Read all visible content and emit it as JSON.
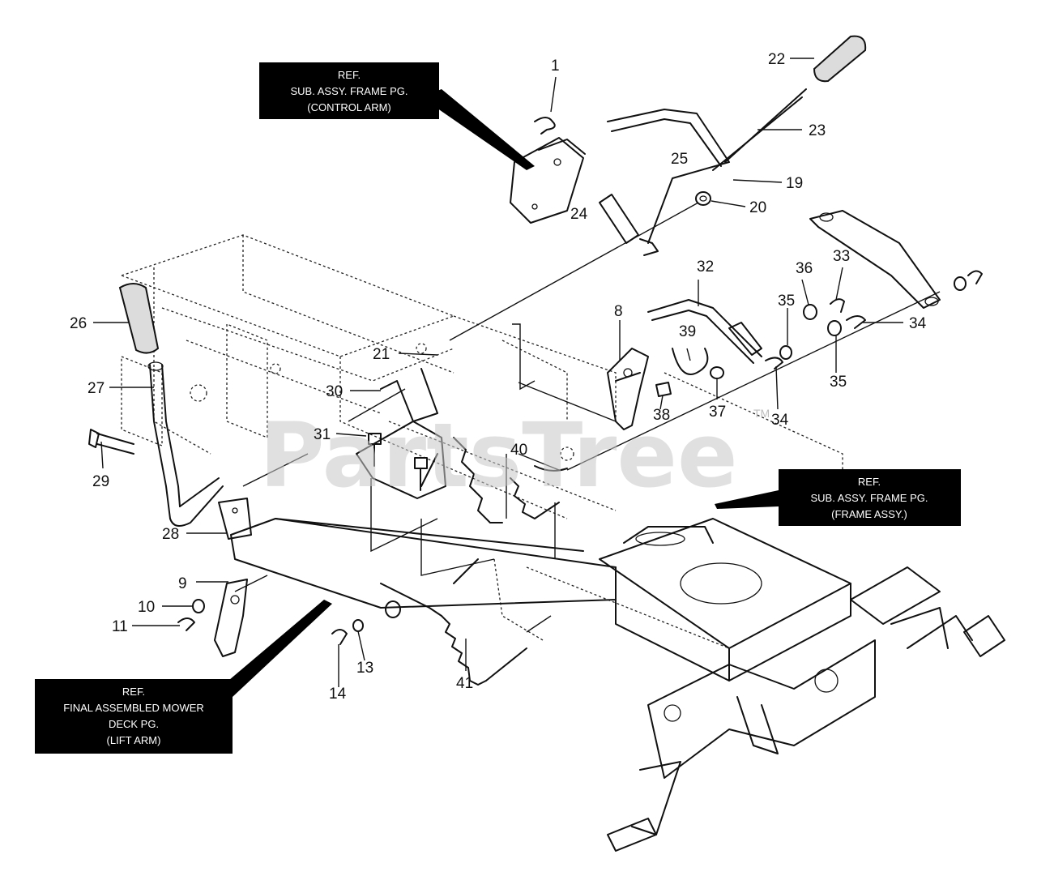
{
  "watermark": {
    "text": "PartsTree",
    "trademark": "TM"
  },
  "callouts": {
    "control_arm": [
      "REF.",
      "SUB. ASSY. FRAME PG.",
      "(CONTROL ARM)"
    ],
    "frame_assy": [
      "REF.",
      "SUB. ASSY. FRAME PG.",
      "(FRAME ASSY.)"
    ],
    "lift_arm": [
      "REF.",
      "FINAL ASSEMBLED MOWER",
      "DECK PG.",
      "(LIFT ARM)"
    ]
  },
  "part_numbers": {
    "p1": "1",
    "p8": "8",
    "p9": "9",
    "p10": "10",
    "p11": "11",
    "p13": "13",
    "p14": "14",
    "p19": "19",
    "p20": "20",
    "p21": "21",
    "p22": "22",
    "p23": "23",
    "p24": "24",
    "p25": "25",
    "p26": "26",
    "p27": "27",
    "p28": "28",
    "p29": "29",
    "p30": "30",
    "p31": "31",
    "p32": "32",
    "p33": "33",
    "p34a": "34",
    "p34b": "34",
    "p35a": "35",
    "p35b": "35",
    "p36": "36",
    "p37": "37",
    "p38": "38",
    "p39": "39",
    "p40": "40",
    "p41": "41"
  }
}
